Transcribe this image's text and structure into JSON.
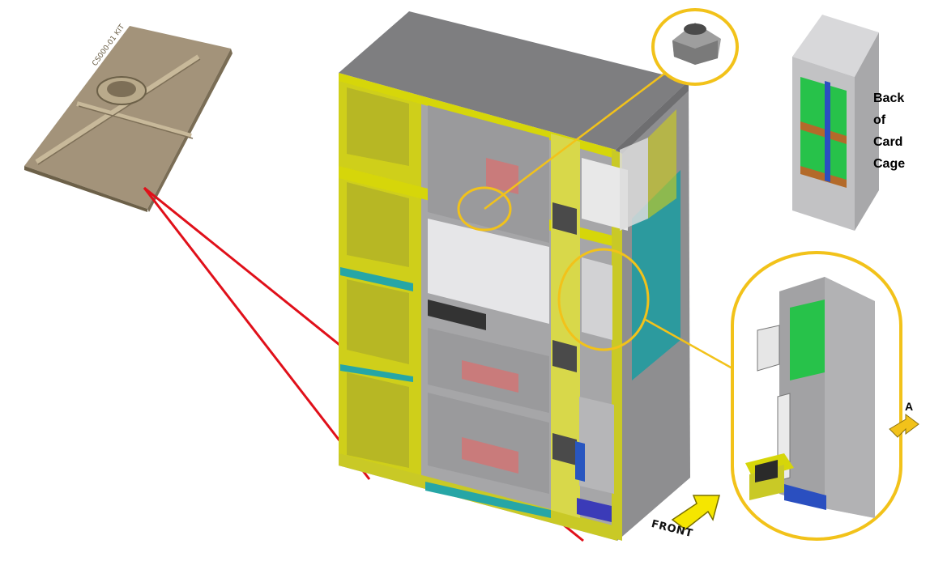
{
  "labels": {
    "back_line1": "Back",
    "back_line2": "of",
    "back_line3": "Card",
    "back_line4": "Cage",
    "front": "FRONT",
    "arrow_a": "A"
  },
  "plate_stamp": "CS000-01 KIT",
  "colors": {
    "frame_yellow": "#d6d60a",
    "cabinet_gray": "#8a8a8a",
    "teal": "#2aa3a3",
    "red_line": "#e0101a",
    "callout_yellow": "#f2c21a",
    "pcb_green": "#27c24a",
    "leveler_tan": "#9c8c6c"
  }
}
